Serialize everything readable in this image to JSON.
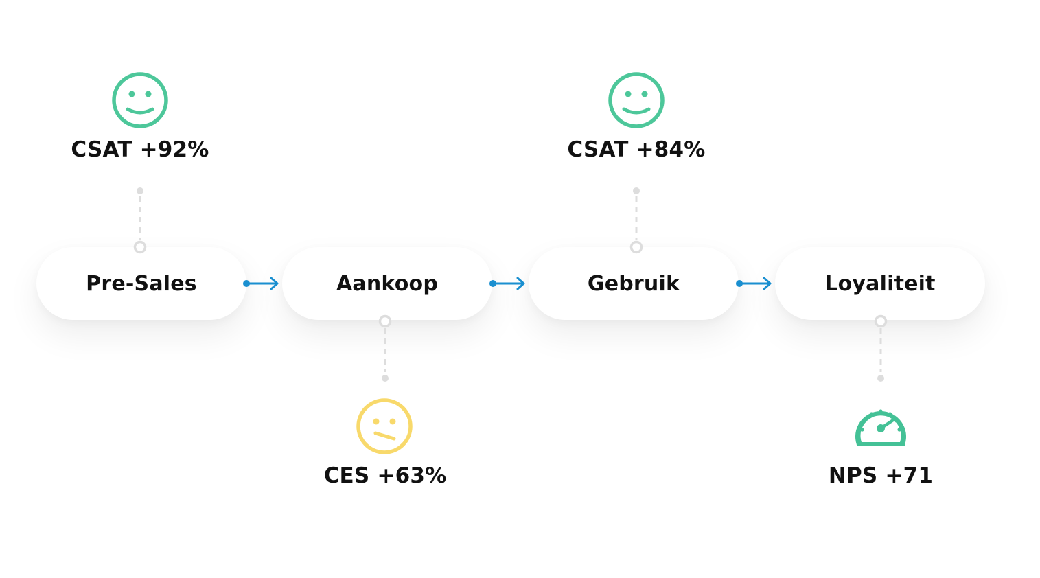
{
  "stages": [
    {
      "label": "Pre-Sales"
    },
    {
      "label": "Aankoop"
    },
    {
      "label": "Gebruik"
    },
    {
      "label": "Loyaliteit"
    }
  ],
  "metrics": [
    {
      "label": "CSAT +92%",
      "icon": "happy-face-icon",
      "position": "above",
      "stage": "Pre-Sales"
    },
    {
      "label": "CES +63%",
      "icon": "neutral-face-icon",
      "position": "below",
      "stage": "Aankoop"
    },
    {
      "label": "CSAT +84%",
      "icon": "happy-face-icon",
      "position": "above",
      "stage": "Gebruik"
    },
    {
      "label": "NPS +71",
      "icon": "speedometer-icon",
      "position": "below",
      "stage": "Loyaliteit"
    }
  ],
  "colors": {
    "happy": "#4dc79a",
    "neutral": "#f8d96b",
    "gauge": "#44c196",
    "arrow": "#1a8fd0",
    "connector": "#dddddd",
    "text": "#111111"
  }
}
